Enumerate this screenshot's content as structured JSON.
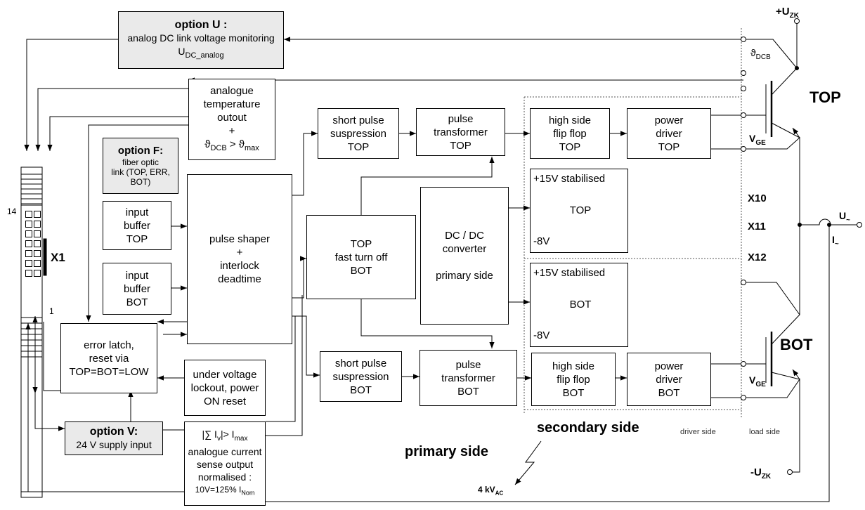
{
  "option_u": {
    "title": "option U :",
    "line1": "analog DC link voltage monitoring",
    "line2": "U",
    "line2_sub": "DC_analog"
  },
  "analogue_temp": {
    "line1": "analogue",
    "line2": "temperature",
    "line3": "outout",
    "line4": "+",
    "line5_theta": "ϑ",
    "line5_sub": "DCB",
    "line5_mid": " > ϑ",
    "line5_sub2": "max"
  },
  "option_f": {
    "title": "option F:",
    "line1": "fiber optic",
    "line2": "link (TOP, ERR,",
    "line3": "BOT)"
  },
  "input_buffer_top": {
    "line1": "input",
    "line2": "buffer",
    "line3": "TOP"
  },
  "input_buffer_bot": {
    "line1": "input",
    "line2": "buffer",
    "line3": "BOT"
  },
  "pulse_shaper": {
    "line1": "pulse shaper",
    "line2": "+",
    "line3": "interlock",
    "line4": "deadtime"
  },
  "error_latch": {
    "line1": "error latch,",
    "line2": "reset via",
    "line3": "TOP=BOT=LOW"
  },
  "under_voltage": {
    "line1": "under voltage",
    "line2": "lockout, power",
    "line3": "ON reset"
  },
  "current_sense": {
    "formula_a": "|∑ I",
    "formula_sub": "v",
    "formula_b": "|> I",
    "formula_sub2": "max",
    "line2": "analogue current",
    "line3": "sense output",
    "line4": "normalised :",
    "line5": "10V=125% I",
    "line5_sub": "Nom"
  },
  "option_v": {
    "title": "option V:",
    "line1": "24 V supply input"
  },
  "short_pulse_top": {
    "line1": "short pulse",
    "line2": "suspression",
    "line3": "TOP"
  },
  "short_pulse_bot": {
    "line1": "short pulse",
    "line2": "suspression",
    "line3": "BOT"
  },
  "fast_turn_off": {
    "line1": "TOP",
    "line2": "fast turn off",
    "line3": "BOT"
  },
  "dcdc": {
    "line1": "DC / DC",
    "line2": "converter",
    "line3": "primary side"
  },
  "pulse_trafo_top": {
    "line1": "pulse",
    "line2": "transformer",
    "line3": "TOP"
  },
  "pulse_trafo_bot": {
    "line1": "pulse",
    "line2": "transformer",
    "line3": "BOT"
  },
  "stab_top": {
    "line1": "+15V stabilised",
    "line2": "TOP",
    "line3": "-8V"
  },
  "stab_bot": {
    "line1": "+15V stabilised",
    "line2": "BOT",
    "line3": "-8V"
  },
  "hs_top": {
    "line1": "high side",
    "line2": "flip flop",
    "line3": "TOP"
  },
  "hs_bot": {
    "line1": "high side",
    "line2": "flip flop",
    "line3": "BOT"
  },
  "pd_top": {
    "line1": "power",
    "line2": "driver",
    "line3": "TOP"
  },
  "pd_bot": {
    "line1": "power",
    "line2": "driver",
    "line3": "BOT"
  },
  "labels": {
    "x1": "X1",
    "pin14": "14",
    "pin1": "1",
    "primary_side": "primary side",
    "secondary_side": "secondary side",
    "driver_side": "driver side",
    "load_side": "load side",
    "isolation": "4 kV",
    "isolation_sub": "AC",
    "top": "TOP",
    "bot": "BOT",
    "vge": "V",
    "vge_sub": "GE",
    "x10": "X10",
    "x11": "X11",
    "x12": "X12",
    "uzk_plus": "+U",
    "uzk_sub": "ZK",
    "uzk_minus": "-U",
    "u_out": "U",
    "u_out_sub": "~",
    "i_out": "I",
    "i_out_sub": "~",
    "theta_dcb": "ϑ",
    "theta_dcb_sub": "DCB"
  }
}
